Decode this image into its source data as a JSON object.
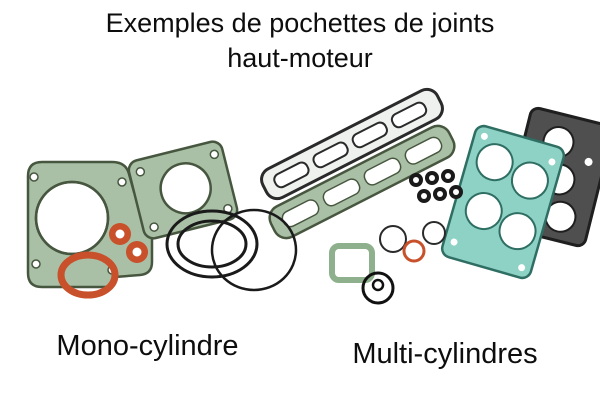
{
  "title": {
    "line1": "Exemples de pochettes de joints",
    "line2": "haut-moteur"
  },
  "labels": {
    "mono": "Mono-cylindre",
    "multi": "Multi-cylindres"
  },
  "figure": {
    "description_names": [
      "mono-cylinder-gasket-set",
      "multi-cylinder-gasket-set"
    ]
  },
  "colors": {
    "background": "#ffffff",
    "text": "#0d0d0d",
    "gasket_green": "#a9c0a6",
    "gasket_green_outline": "#47573f",
    "gasket_green_light": "#8fb08c",
    "gasket_teal": "#8ed1c5",
    "gasket_teal_outline": "#2f6e63",
    "gasket_orange": "#c8502a",
    "gasket_black": "#1a1a1a",
    "gasket_dark_grey": "#4f4f4f",
    "gasket_pale": "#eef1ee"
  }
}
